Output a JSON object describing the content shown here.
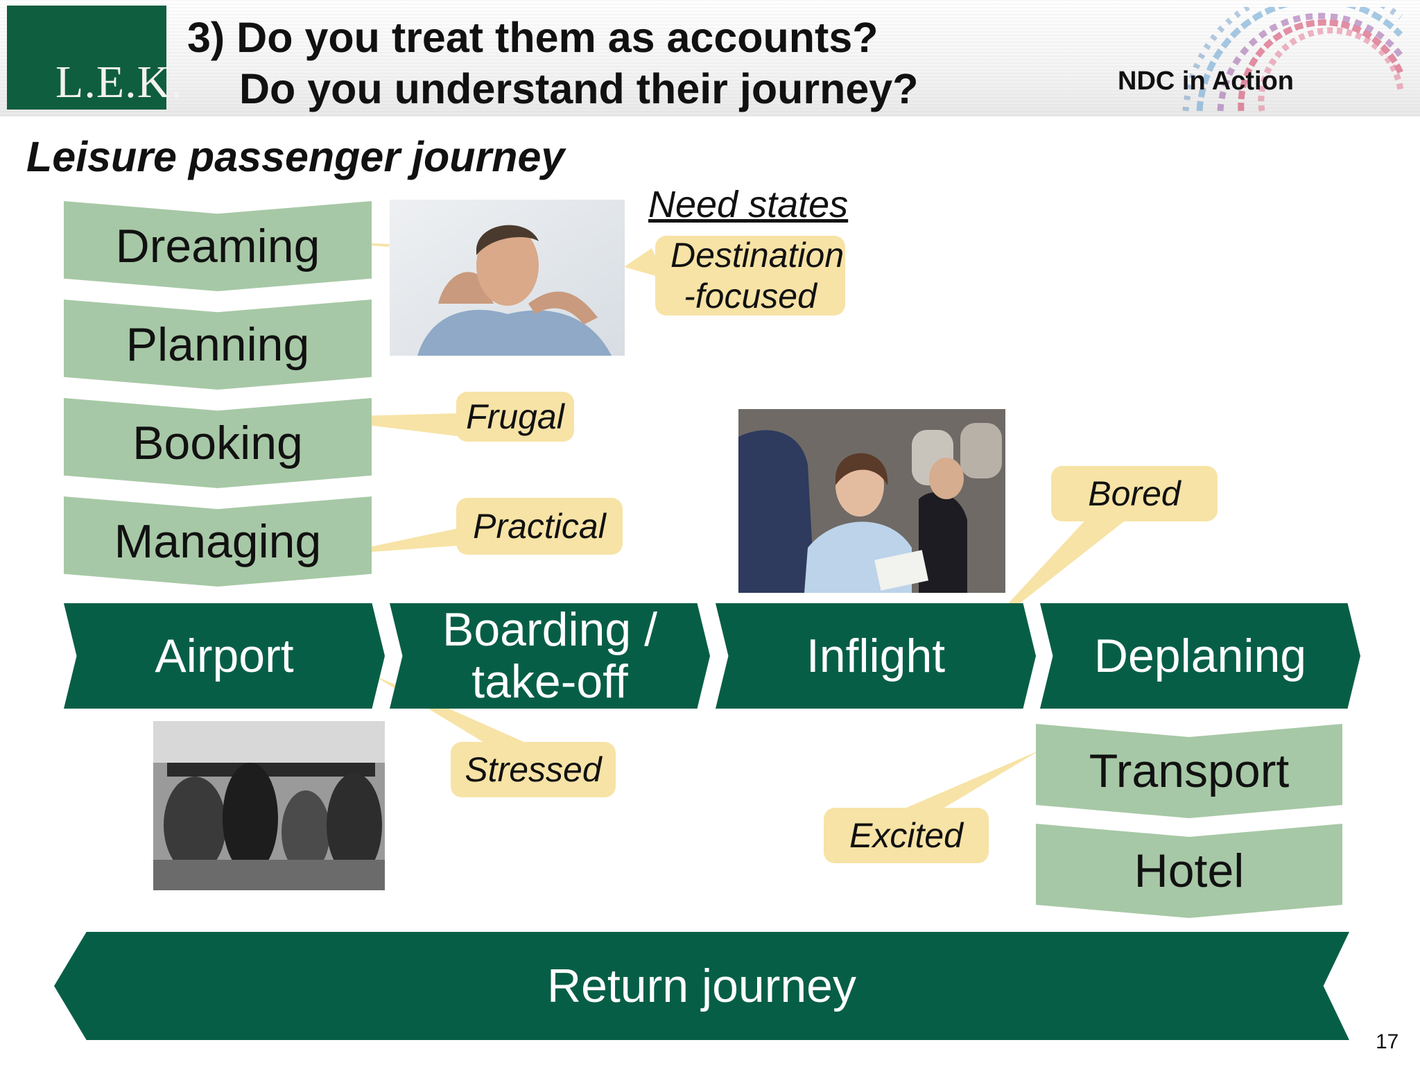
{
  "header": {
    "logo_text": "L.E.K.",
    "title_line1": "3) Do you treat them as accounts?",
    "title_line2": "Do you understand their journey?",
    "ndc_label": "NDC in Action"
  },
  "subtitle": "Leisure passenger journey",
  "need_states_label": "Need states",
  "pre_trip_stages": [
    "Dreaming",
    "Planning",
    "Booking",
    "Managing"
  ],
  "trip_stages": [
    "Airport",
    "Boarding / take-off",
    "Inflight",
    "Deplaning"
  ],
  "post_trip_stages": [
    "Transport",
    "Hotel"
  ],
  "return_label": "Return journey",
  "need_states": {
    "destination": "Destination -focused",
    "frugal": "Frugal",
    "practical": "Practical",
    "bored": "Bored",
    "stressed": "Stressed",
    "excited": "Excited"
  },
  "colors": {
    "dark_green": "#075e46",
    "light_green": "#a7c8a6",
    "callout_yellow": "#f7e3a6",
    "logo_green": "#0f5e3f"
  },
  "page_number": "17"
}
